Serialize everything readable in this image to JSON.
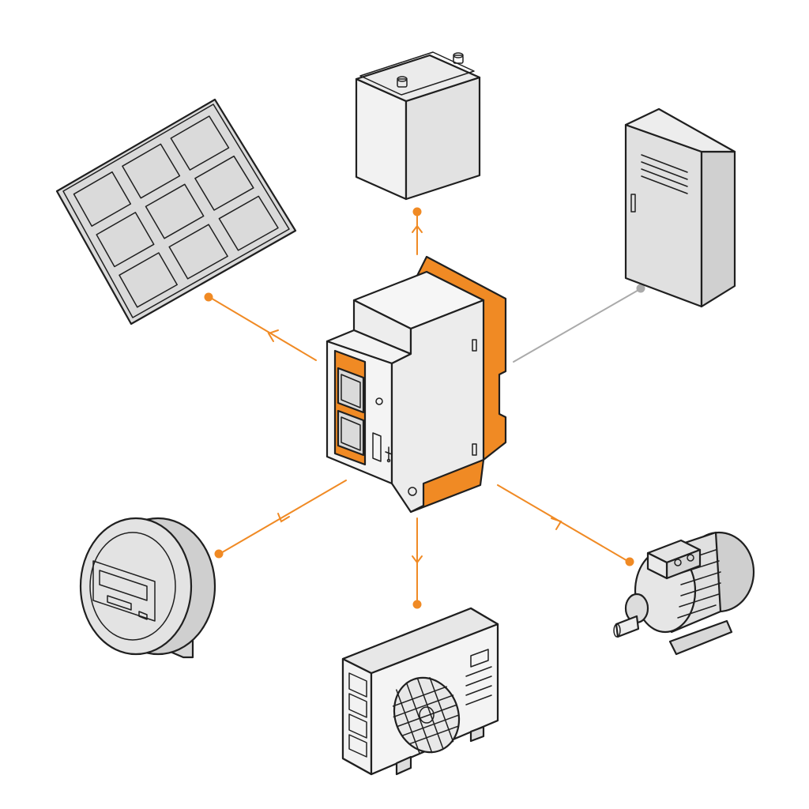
{
  "colors": {
    "accent": "#F08A24",
    "neutral_link": "#AAAAAA",
    "outline": "#1F1F1F",
    "face_light": "#F3F3F3",
    "face_mid": "#E3E3E3",
    "face_dark": "#D2D2D2",
    "panel_cell": "#DCDCDC"
  },
  "nodes": {
    "hub": {
      "icon": "din-rail-gateway-icon",
      "ports": [
        "ethernet-port",
        "ethernet-port",
        "usb-port"
      ]
    },
    "battery": {
      "icon": "battery-icon"
    },
    "solar_panel": {
      "icon": "solar-panel-icon"
    },
    "cabinet": {
      "icon": "electrical-cabinet-icon"
    },
    "energy_meter": {
      "icon": "energy-meter-icon"
    },
    "heat_pump": {
      "icon": "outdoor-ac-unit-icon"
    },
    "motor": {
      "icon": "electric-motor-icon"
    }
  },
  "connections": [
    {
      "to": "battery",
      "style": "accent",
      "arrow": true
    },
    {
      "to": "solar_panel",
      "style": "accent",
      "arrow": true
    },
    {
      "to": "cabinet",
      "style": "neutral",
      "arrow": false
    },
    {
      "to": "energy_meter",
      "style": "accent",
      "arrow": true
    },
    {
      "to": "heat_pump",
      "style": "accent",
      "arrow": true
    },
    {
      "to": "motor",
      "style": "accent",
      "arrow": true
    }
  ]
}
